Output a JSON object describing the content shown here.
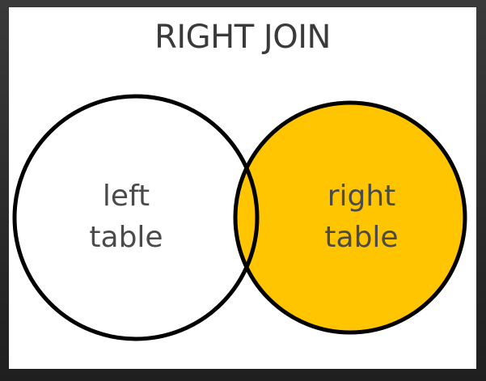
{
  "diagram": {
    "title": "RIGHT JOIN",
    "left_set": {
      "line1": "left",
      "line2": "table",
      "fill": "#ffffff"
    },
    "right_set": {
      "line1": "right",
      "line2": "table",
      "fill": "#ffc500"
    },
    "outline_color": "#000000",
    "background": "#ffffff"
  }
}
